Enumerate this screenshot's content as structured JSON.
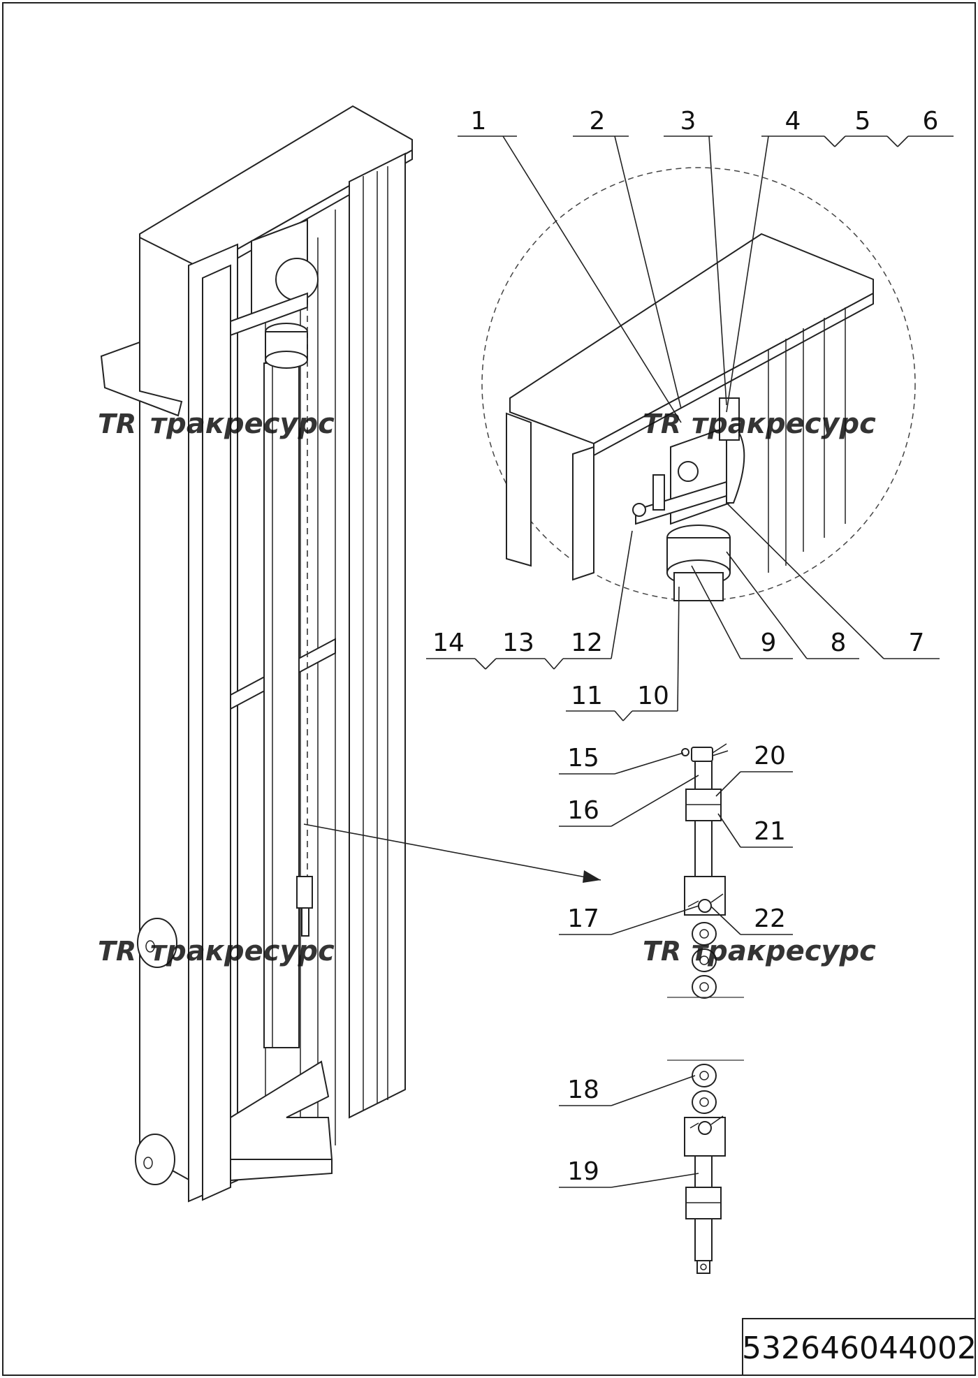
{
  "drawing": {
    "part_number": "532646044002",
    "watermark": "трак­ресурс",
    "watermark_logo": "TR",
    "callouts": [
      "1",
      "2",
      "3",
      "4",
      "5",
      "6",
      "7",
      "8",
      "9",
      "10",
      "11",
      "12",
      "13",
      "14",
      "15",
      "16",
      "17",
      "18",
      "19",
      "20",
      "21",
      "22"
    ]
  }
}
